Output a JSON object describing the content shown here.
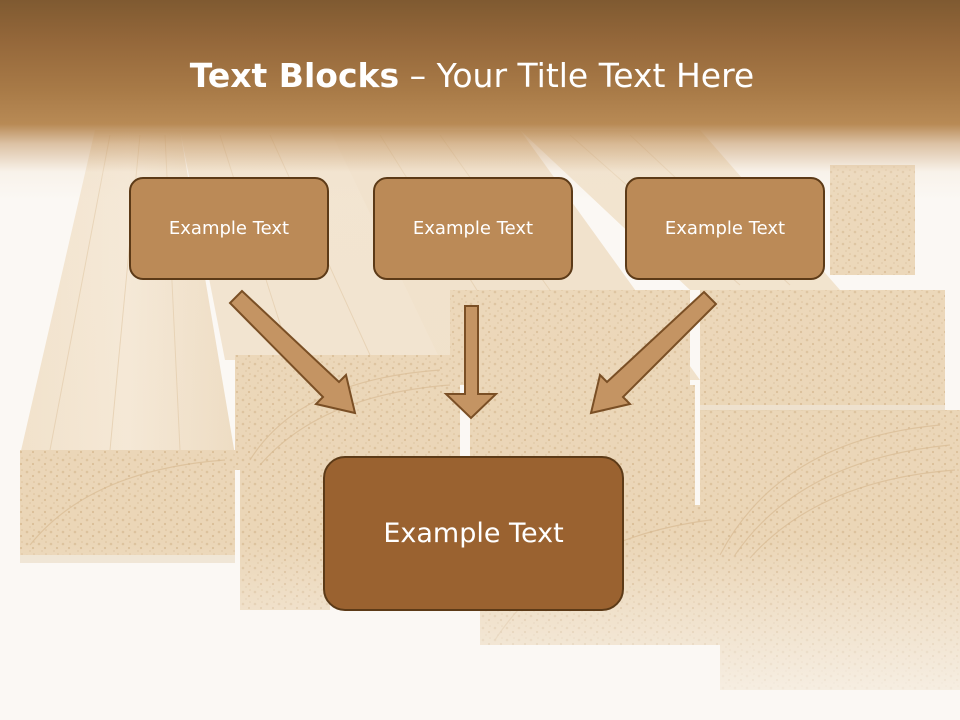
{
  "slide": {
    "title_bold": "Text Blocks",
    "title_dash": " – ",
    "title_rest": "Your Title Text Here"
  },
  "blocks": [
    {
      "label": "Example Text"
    },
    {
      "label": "Example Text"
    },
    {
      "label": "Example Text"
    }
  ],
  "main_block": {
    "label": "Example Text"
  },
  "colors": {
    "header": "#94673a",
    "block_fill": "#bb8a57",
    "main_block_fill": "#9a6230",
    "border": "#5c3a17",
    "arrow_fill": "#c49463"
  },
  "background_image": "lumber-planks-photo"
}
